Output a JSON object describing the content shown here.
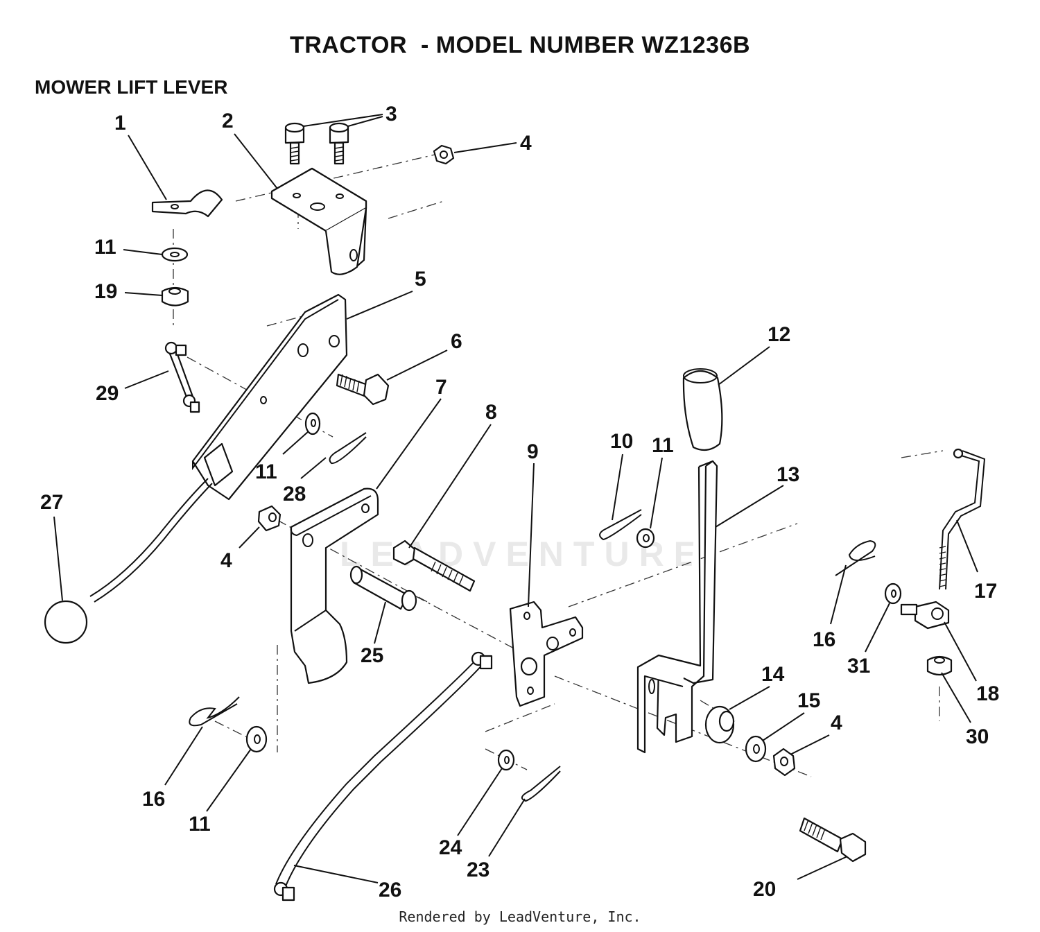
{
  "title": "TRACTOR  - MODEL NUMBER WZ1236B",
  "subtitle": "MOWER LIFT LEVER",
  "footer": "Rendered by LeadVenture, Inc.",
  "watermark": "LEADVENTURE",
  "callouts": [
    "1",
    "2",
    "3",
    "4",
    "4",
    "4",
    "5",
    "6",
    "7",
    "8",
    "9",
    "10",
    "11",
    "11",
    "11",
    "11",
    "12",
    "13",
    "14",
    "15",
    "16",
    "16",
    "17",
    "18",
    "19",
    "20",
    "23",
    "24",
    "25",
    "26",
    "27",
    "28",
    "29",
    "30",
    "31"
  ]
}
